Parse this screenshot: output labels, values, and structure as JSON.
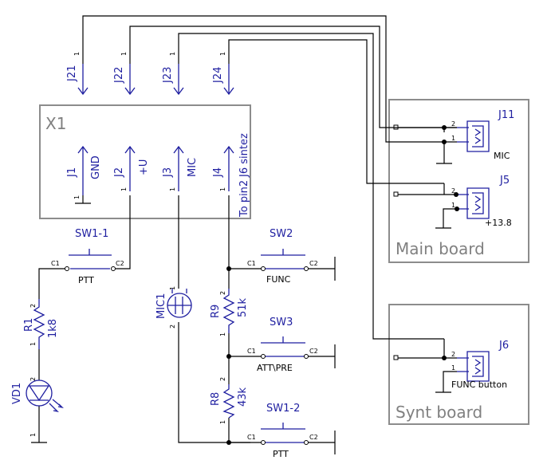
{
  "x1": {
    "title": "X1",
    "pins": [
      {
        "ref": "J1",
        "net": "GND"
      },
      {
        "ref": "J2",
        "net": "+U"
      },
      {
        "ref": "J3",
        "net": "MIC"
      },
      {
        "ref": "J4",
        "net": "J6 sintez"
      }
    ],
    "j4_note": "To pin2"
  },
  "top_connectors": [
    "J21",
    "J22",
    "J23",
    "J24"
  ],
  "main_board": {
    "title": "Main board",
    "j11": {
      "ref": "J11",
      "label": "MIC"
    },
    "j5": {
      "ref": "J5",
      "label": "+13.8"
    }
  },
  "synt_board": {
    "title": "Synt board",
    "j6": {
      "ref": "J6",
      "label": "FUNC button"
    }
  },
  "switches": {
    "sw1_1": {
      "ref": "SW1-1",
      "label": "PTT"
    },
    "sw2": {
      "ref": "SW2",
      "label": "FUNC"
    },
    "sw3": {
      "ref": "SW3",
      "label": "ATT\\PRE"
    },
    "sw1_2": {
      "ref": "SW1-2",
      "label": "PTT"
    }
  },
  "resistors": {
    "r1": {
      "ref": "R1",
      "value": "1k8"
    },
    "r9": {
      "ref": "R9",
      "value": "51k"
    },
    "r8": {
      "ref": "R8",
      "value": "43k"
    }
  },
  "mic": {
    "ref": "MIC1"
  },
  "led": {
    "ref": "VD1"
  },
  "pin_numbers": {
    "one": "1",
    "two": "2"
  },
  "switch_pins": {
    "c1": "C1",
    "c2": "C2"
  }
}
